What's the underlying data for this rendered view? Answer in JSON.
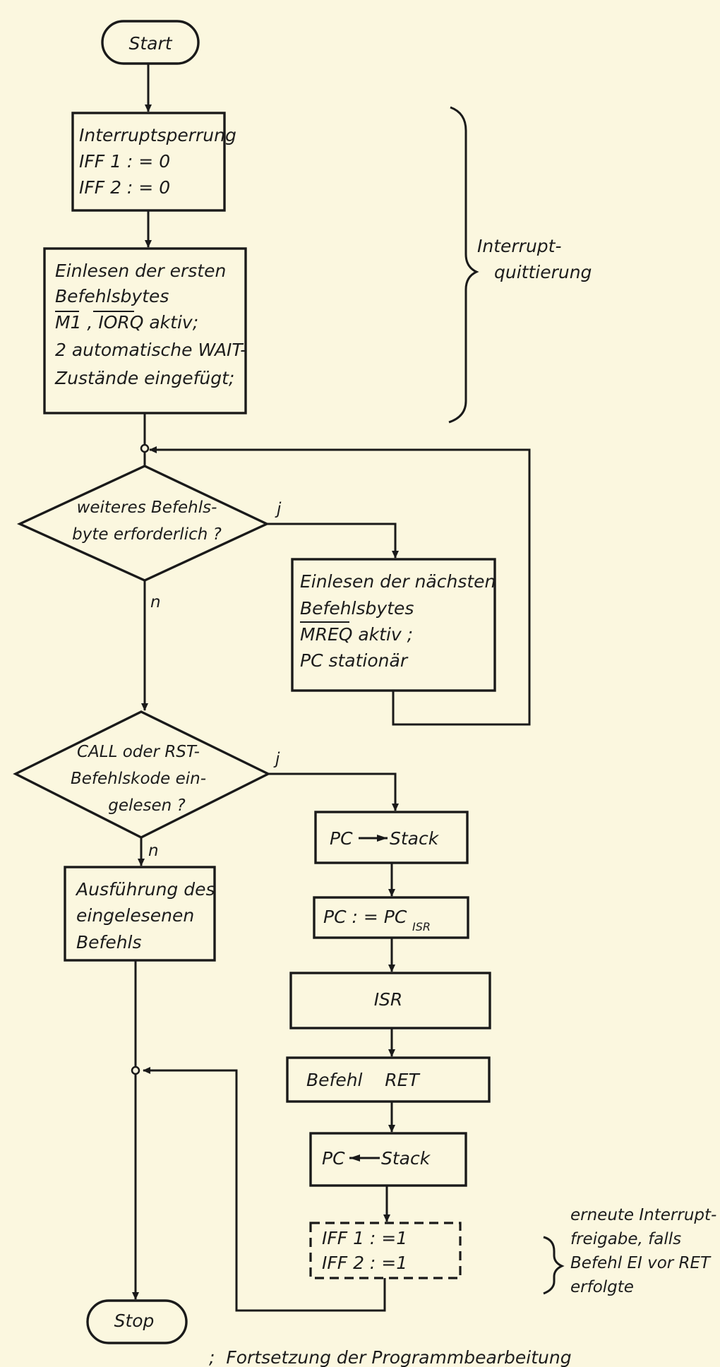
{
  "start_label": "Start",
  "stop_label": "Stop",
  "box_disable": [
    "Interruptsperrung",
    "IFF 1 : = 0",
    "IFF 2 : = 0"
  ],
  "box_read_first": [
    "Einlesen der ersten",
    "Befehlsbytes",
    "M1 , IORQ  aktiv;",
    "2 automatische WAIT-",
    "Zustände eingefügt;"
  ],
  "note_ack": [
    "Interrupt-",
    "quittierung"
  ],
  "decision_more": [
    "weiteres Befehls-",
    "byte erforderlich ?"
  ],
  "box_read_next": [
    "Einlesen der nächsten",
    "Befehlsbytes",
    "MREQ  aktiv ;",
    "PC stationär"
  ],
  "decision_call": [
    "CALL oder RST-",
    "Befehlskode ein-",
    "gelesen  ?"
  ],
  "branch_yes": "j",
  "branch_no": "n",
  "box_execute": [
    "Ausführung des",
    "eingelesenen",
    "Befehls"
  ],
  "box_push": {
    "left": "PC",
    "right": "Stack"
  },
  "box_pc_isr": {
    "main": "PC : = PC",
    "sub": "ISR"
  },
  "box_isr": "ISR",
  "box_ret": "Befehl    RET",
  "box_pop": {
    "left": "PC",
    "right": "Stack"
  },
  "box_reenable": [
    "IFF 1 : =1",
    "IFF 2 : =1"
  ],
  "note_reenable": [
    "erneute Interrupt-",
    "freigabe, falls",
    "Befehl EI vor RET",
    "erfolgte"
  ],
  "caption": ";  Fortsetzung der Programmbearbeitung"
}
